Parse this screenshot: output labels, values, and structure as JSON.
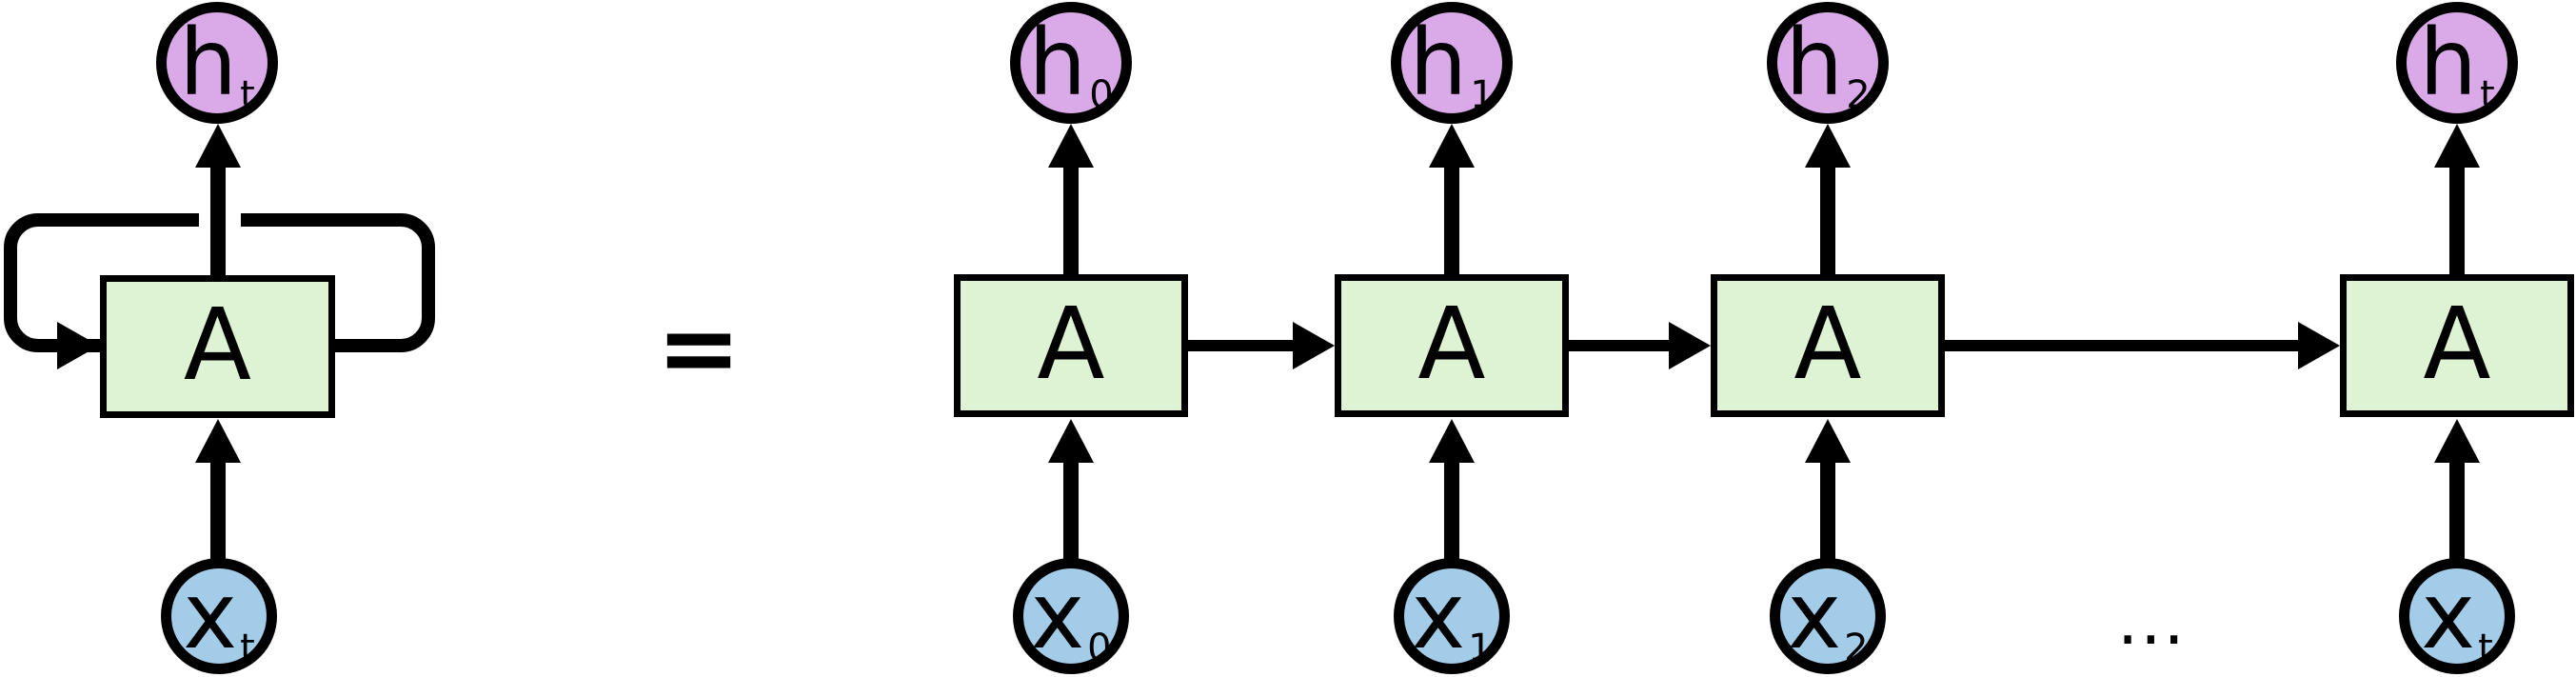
{
  "colors": {
    "hidden_state_fill": "#d9a9e8",
    "cell_fill": "#def3d3",
    "input_fill": "#a3cce9",
    "stroke": "#000000"
  },
  "rolled": {
    "hidden": {
      "base": "h",
      "sub": "t"
    },
    "cell": "A",
    "input": {
      "base": "x",
      "sub": "t"
    }
  },
  "equals": "=",
  "unrolled": {
    "cells": [
      {
        "hidden": {
          "base": "h",
          "sub": "0"
        },
        "cell": "A",
        "input": {
          "base": "x",
          "sub": "0"
        }
      },
      {
        "hidden": {
          "base": "h",
          "sub": "1"
        },
        "cell": "A",
        "input": {
          "base": "x",
          "sub": "1"
        }
      },
      {
        "hidden": {
          "base": "h",
          "sub": "2"
        },
        "cell": "A",
        "input": {
          "base": "x",
          "sub": "2"
        }
      },
      {
        "hidden": {
          "base": "h",
          "sub": "t"
        },
        "cell": "A",
        "input": {
          "base": "x",
          "sub": "t"
        }
      }
    ],
    "ellipsis": "..."
  }
}
